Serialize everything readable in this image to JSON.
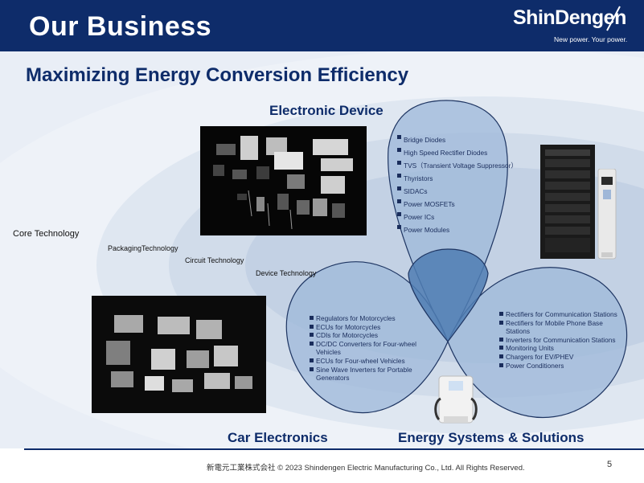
{
  "header": {
    "title": "Our Business",
    "logo_brand": "ShinDengen",
    "logo_tagline": "New power. Your power."
  },
  "subtitle": "Maximizing Energy Conversion Efficiency",
  "technology_rings": {
    "core": "Core Technology",
    "packaging": "PackagingTechnology",
    "circuit": "Circuit Technology",
    "device": "Device Technology"
  },
  "sections": {
    "electronic_device": {
      "title": "Electronic Device",
      "items": [
        "Bridge Diodes",
        "High Speed Rectifier Diodes",
        "TVS（Transient Voltage Suppressor）",
        "Thyristors",
        "SIDACs",
        "Power MOSFETs",
        "Power ICs",
        "Power Modules"
      ]
    },
    "car_electronics": {
      "title": "Car Electronics",
      "items": [
        "Regulators for Motorcycles",
        "ECUs for Motorcycles",
        "CDIs for Motorcycles",
        "DC/DC Converters for Four-wheel Vehicles",
        "ECUs for Four-wheel Vehicles",
        "Sine Wave Inverters for Portable Generators"
      ]
    },
    "energy_systems": {
      "title": "Energy Systems & Solutions",
      "items": [
        "Rectifiers for Communication Stations",
        "Rectifiers for Mobile Phone Base Stations",
        "Inverters for Communication Stations",
        "Monitoring Units",
        "Chargers for EV/PHEV",
        "Power Conditioners"
      ]
    }
  },
  "footer": {
    "copyright": "新電元工業株式会社 © 2023 Shindengen Electric Manufacturing Co., Ltd. All Rights Reserved.",
    "page_number": "5"
  },
  "colors": {
    "header_bg": "#0e2c6a",
    "title_text": "#0e2c6a",
    "petal_fill": "#9db8d9",
    "petal_stroke": "#1e3562",
    "overlap_fill": "#4f7cb3"
  },
  "icons": [
    "logo-slash-icon",
    "bullet-square-icon"
  ]
}
